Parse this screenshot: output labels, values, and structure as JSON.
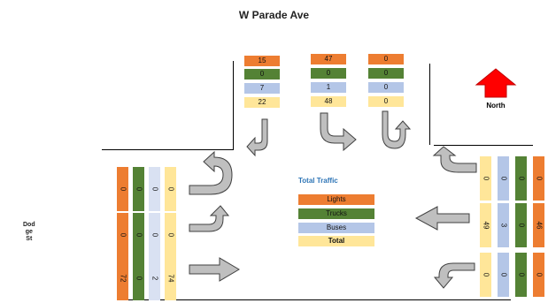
{
  "title": "W Parade Ave",
  "side_street": [
    "Dod",
    "ge",
    "St"
  ],
  "north_label": "North",
  "colors": {
    "lights": "#ED7D31",
    "trucks": "#548235",
    "buses": "#B4C6E7",
    "total": "#FFE699",
    "title_blue": "#2E75B6",
    "arrow_red": "#FF0000"
  },
  "legend": {
    "title": "Total Traffic",
    "lights": "Lights",
    "trucks": "Trucks",
    "buses": "Buses",
    "total": "Total"
  },
  "north_approach": {
    "left_turn": {
      "lights": "15",
      "trucks": "0",
      "buses": "7",
      "total": "22"
    },
    "through": {
      "lights": "47",
      "trucks": "0",
      "buses": "1",
      "total": "48"
    },
    "u_turn": {
      "lights": "0",
      "trucks": "0",
      "buses": "0",
      "total": "0"
    }
  },
  "west_approach": {
    "u_turn": {
      "lights": "0",
      "trucks": "0",
      "buses": "0",
      "total": "0"
    },
    "left_turn": {
      "lights": "0",
      "trucks": "0",
      "buses": "0",
      "total": "0"
    },
    "through": {
      "lights": "72",
      "trucks": "0",
      "buses": "2",
      "total": "74"
    }
  },
  "east_approach": {
    "u_turn": {
      "lights": "0",
      "trucks": "0",
      "buses": "0",
      "total": "0"
    },
    "through": {
      "lights": "46",
      "trucks": "0",
      "buses": "3",
      "total": "49"
    },
    "right_turn": {
      "lights": "0",
      "trucks": "0",
      "buses": "0",
      "total": "0"
    }
  }
}
